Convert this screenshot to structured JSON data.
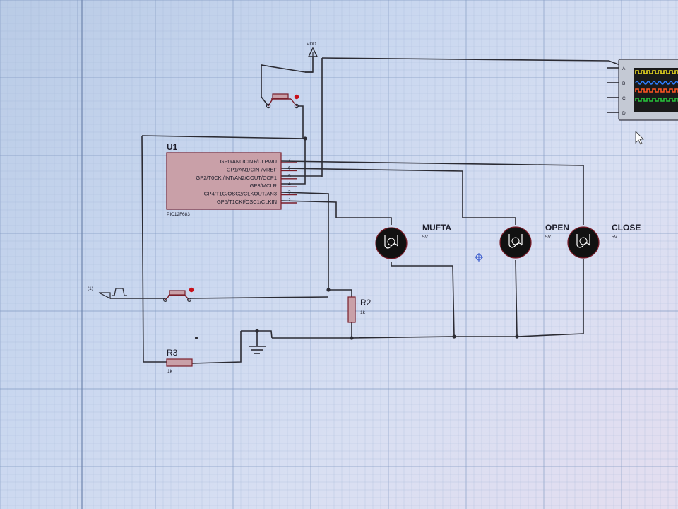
{
  "schematic": {
    "mcu": {
      "ref": "U1",
      "part": "PIC12F683",
      "pins": [
        {
          "name": "GP0/AN0/CIN+/ULPWU",
          "num": "7"
        },
        {
          "name": "GP1/AN1/CIN-/VREF",
          "num": "6"
        },
        {
          "name": "GP2/T0CKI/INT/AN2/COUT/CCP1",
          "num": "5"
        },
        {
          "name": "GP3/MCLR",
          "num": "4"
        },
        {
          "name": "GP4/T1G/OSC2/CLKOUT/AN3",
          "num": "3"
        },
        {
          "name": "GP5/T1CKI/OSC1/CLKIN",
          "num": "2"
        }
      ]
    },
    "power": {
      "label": "VDD"
    },
    "lamps": [
      {
        "label": "MUFTA",
        "voltage": "5V"
      },
      {
        "label": "OPEN",
        "voltage": "5V"
      },
      {
        "label": "CLOSE",
        "voltage": "5V"
      }
    ],
    "resistors": [
      {
        "ref": "R2",
        "value": "1k"
      },
      {
        "ref": "R3",
        "value": "1k"
      }
    ],
    "signal_source": {
      "label": "(1)"
    },
    "scope": {
      "channels": [
        "A",
        "B",
        "C",
        "D"
      ],
      "trace_colors": [
        "#e8d820",
        "#2f7fff",
        "#ff5522",
        "#26c23a"
      ]
    }
  }
}
